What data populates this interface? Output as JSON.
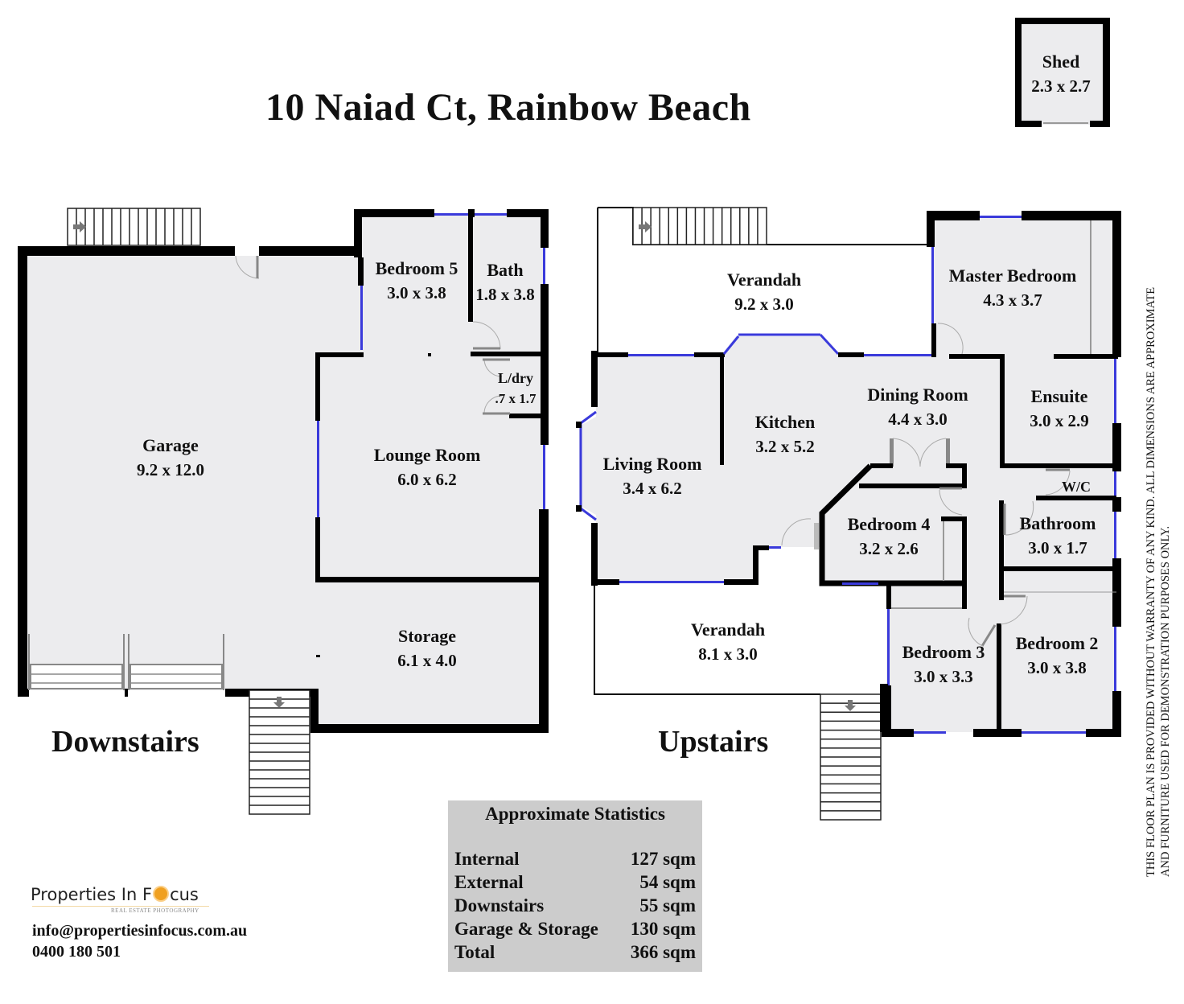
{
  "title": "10 Naiad Ct, Rainbow Beach",
  "floors": {
    "downstairs": "Downstairs",
    "upstairs": "Upstairs"
  },
  "shed": {
    "name": "Shed",
    "dims": "2.3 x 2.7"
  },
  "downstairs_rooms": [
    {
      "name": "Garage",
      "dims": "9.2 x 12.0"
    },
    {
      "name": "Bedroom 5",
      "dims": "3.0 x 3.8"
    },
    {
      "name": "Bath",
      "dims": "1.8 x 3.8"
    },
    {
      "name": "L/dry",
      "dims": ".7 x 1.7"
    },
    {
      "name": "Lounge Room",
      "dims": "6.0 x 6.2"
    },
    {
      "name": "Storage",
      "dims": "6.1 x 4.0"
    }
  ],
  "upstairs_rooms": [
    {
      "name": "Verandah",
      "dims": "9.2 x 3.0"
    },
    {
      "name": "Master Bedroom",
      "dims": "4.3 x 3.7"
    },
    {
      "name": "Dining Room",
      "dims": "4.4 x 3.0"
    },
    {
      "name": "Ensuite",
      "dims": "3.0 x 2.9"
    },
    {
      "name": "Kitchen",
      "dims": "3.2 x 5.2"
    },
    {
      "name": "Living Room",
      "dims": "3.4 x 6.2"
    },
    {
      "name": "W/C",
      "dims": ""
    },
    {
      "name": "Bedroom 4",
      "dims": "3.2 x 2.6"
    },
    {
      "name": "Bathroom",
      "dims": "3.0 x 1.7"
    },
    {
      "name": "Verandah",
      "dims": "8.1 x 3.0"
    },
    {
      "name": "Bedroom 3",
      "dims": "3.0 x 3.3"
    },
    {
      "name": "Bedroom 2",
      "dims": "3.0 x 3.8"
    }
  ],
  "statistics": {
    "title": "Approximate Statistics",
    "rows": [
      {
        "label": "Internal",
        "value": "127 sqm"
      },
      {
        "label": "External",
        "value": "54 sqm"
      },
      {
        "label": "Downstairs",
        "value": "55 sqm"
      },
      {
        "label": "Garage & Storage",
        "value": "130 sqm"
      },
      {
        "label": "Total",
        "value": "366 sqm"
      }
    ]
  },
  "branding": {
    "logo_prefix": "Properties In F",
    "logo_suffix": "cus",
    "logo_tagline": "REAL ESTATE PHOTOGRAPHY",
    "email": "info@propertiesinfocus.com.au",
    "phone": "0400 180 501"
  },
  "disclaimer": {
    "line1": "THIS FLOOR PLAN IS PROVIDED WITHOUT WARRANTY OF ANY KIND. ALL DIMENSIONS ARE APPROXIMATE",
    "line2": "AND FURNITURE USED FOR DEMONSTRATION PURPOSES ONLY."
  },
  "colors": {
    "floor_fill": "#ececee",
    "wall": "#000000",
    "window": "#3a3adb",
    "door": "#888888",
    "stats_bg": "#cccccc"
  }
}
